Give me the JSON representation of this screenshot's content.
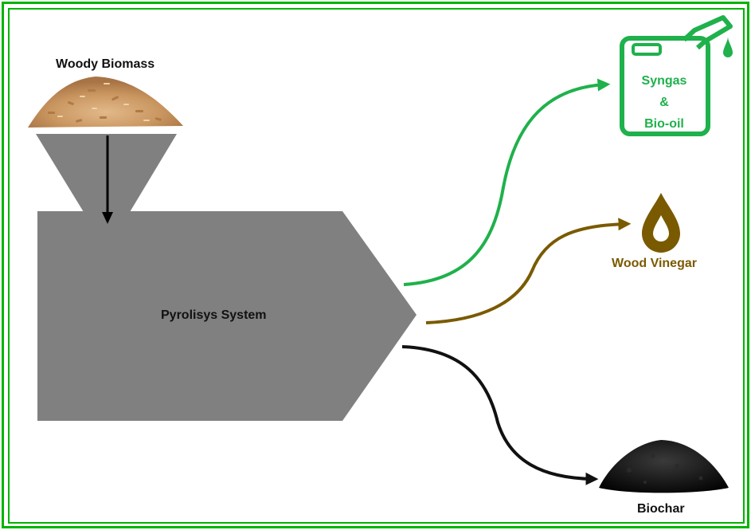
{
  "labels": {
    "woody_biomass": "Woody Biomass",
    "pyrolysis_system": "Pyrolisys System",
    "syngas_line1": "Syngas",
    "syngas_line2": "&",
    "syngas_line3": "Bio-oil",
    "wood_vinegar": "Wood Vinegar",
    "biochar": "Biochar"
  },
  "colors": {
    "frame": "#00b400",
    "machine": "#808080",
    "syngas": "#1fb14b",
    "vinegar": "#7a5a00",
    "biochar": "#111111",
    "feed_arrow": "#000000"
  },
  "icons": {
    "biomass": "wood-chips-pile-icon",
    "syngas": "jerry-can-icon",
    "vinegar": "droplet-icon",
    "biochar": "charcoal-pile-icon"
  }
}
